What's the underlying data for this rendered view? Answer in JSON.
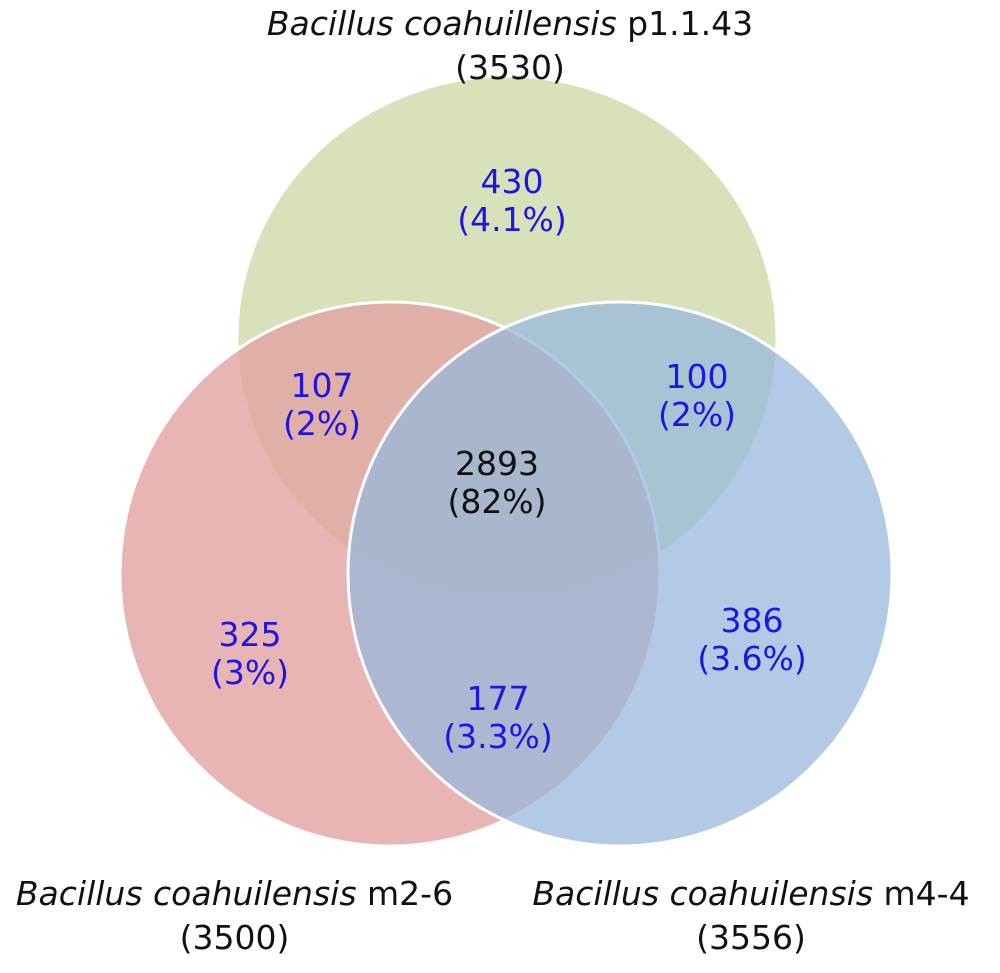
{
  "colors": {
    "set_top": "#d3dfb2",
    "set_left": "#e6acab",
    "set_right": "#abc6e2",
    "region_text": "#1f14e6",
    "center_text": "#111111",
    "outline": "#ffffff"
  },
  "sets": {
    "top": {
      "genus": "Bacillus coahuillensis",
      "strain": "p1.1.43",
      "total": "(3530)"
    },
    "left": {
      "genus": "Bacillus coahuilensis",
      "strain": "m2-6",
      "total": "(3500)"
    },
    "right": {
      "genus": "Bacillus coahuilensis",
      "strain": "m4-4",
      "total": "(3556)"
    }
  },
  "regions": {
    "top_only": {
      "count": "430",
      "percent": "(4.1%)"
    },
    "top_left": {
      "count": "107",
      "percent": "(2%)"
    },
    "top_right": {
      "count": "100",
      "percent": "(2%)"
    },
    "center": {
      "count": "2893",
      "percent": "(82%)"
    },
    "left_only": {
      "count": "325",
      "percent": "(3%)"
    },
    "right_only": {
      "count": "386",
      "percent": "(3.6%)"
    },
    "left_right": {
      "count": "177",
      "percent": "(3.3%)"
    }
  }
}
